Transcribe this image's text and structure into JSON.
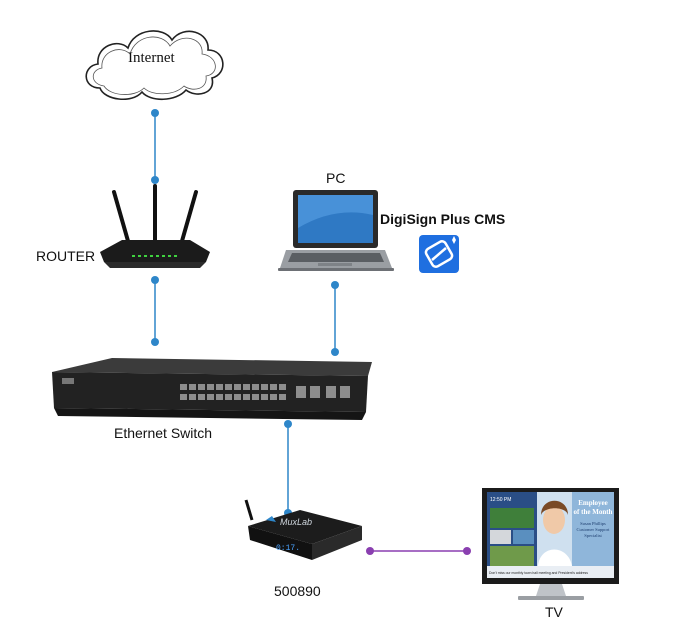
{
  "labels": {
    "internet": "Internet",
    "router": "ROUTER",
    "pc": "PC",
    "cms": "DigiSign Plus CMS",
    "switch": "Ethernet Switch",
    "player": "500890",
    "tv": "TV",
    "player_brand": "MuxLab",
    "player_display": "0:17."
  },
  "tv_screen": {
    "time": "12:50 PM",
    "headline_1": "Employee",
    "headline_2": "of the Month",
    "name_1": "Susan Phillips",
    "name_2": "Customer Support",
    "name_3": "Specialist",
    "ticker": "Don't miss our monthly town hall meeting and President's address"
  },
  "colors": {
    "link_blue": "#2e86c9",
    "link_purple": "#8a3fb0",
    "cms_icon": "#1f6fe0"
  }
}
